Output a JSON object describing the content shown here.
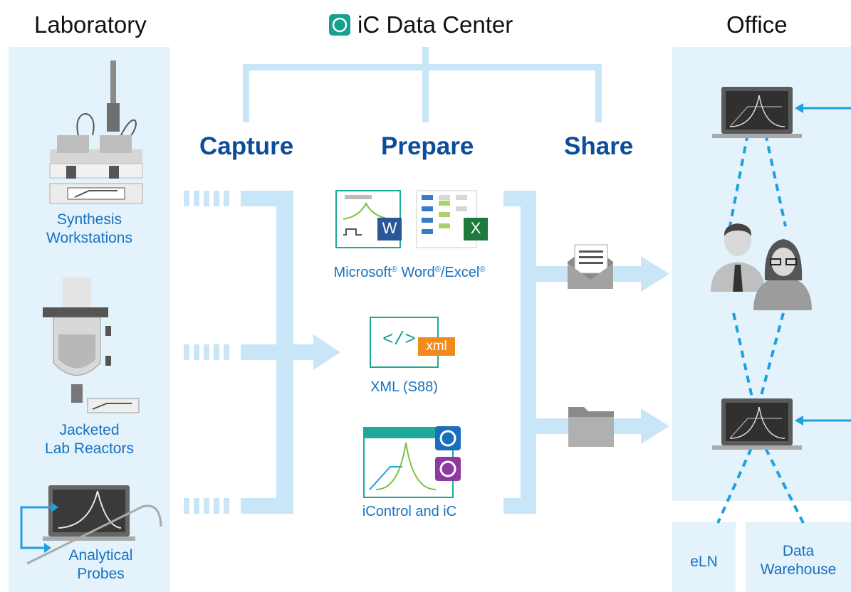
{
  "header": {
    "laboratory": "Laboratory",
    "center_title": "iC Data Center",
    "office": "Office"
  },
  "stages": {
    "capture": "Capture",
    "prepare": "Prepare",
    "share": "Share"
  },
  "laboratory_items": [
    {
      "label_line1": "Synthesis",
      "label_line2": "Workstations"
    },
    {
      "label_line1": "Jacketed",
      "label_line2": "Lab Reactors"
    },
    {
      "label_line1": "Analytical",
      "label_line2": "Probes"
    }
  ],
  "prepare_items": {
    "office": {
      "part1": "Microsoft",
      "part2": " Word",
      "part3": "/Excel",
      "reg": "®",
      "word_badge": "W",
      "excel_badge": "X"
    },
    "xml": {
      "label": "XML (S88)",
      "code": "</>",
      "badge": "xml"
    },
    "icontrol": {
      "label": "iControl and iC"
    }
  },
  "office_items": {
    "eln": "eLN",
    "warehouse_line1": "Data",
    "warehouse_line2": "Warehouse"
  },
  "colors": {
    "panel": "#e3f2fb",
    "flow": "#c8e6f8",
    "accent_blue": "#1ea0e0",
    "title_blue": "#0b4d9a",
    "caption_blue": "#1572c2",
    "excel_green": "#1e7a3c",
    "word_blue": "#2b5796",
    "xml_orange": "#f08a1c",
    "teal": "#1ea89a"
  }
}
